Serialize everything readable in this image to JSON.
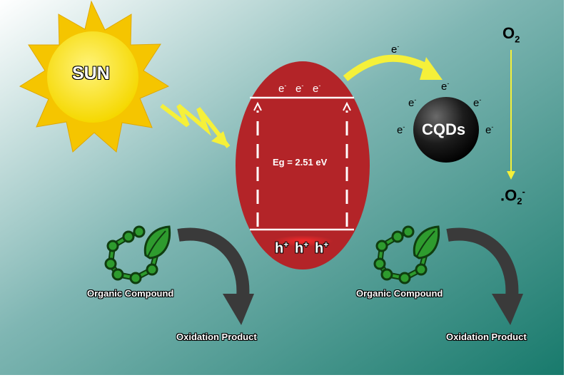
{
  "sun": {
    "label": "SUN",
    "color": "#f5d800",
    "ray_color": "#f5c500"
  },
  "band": {
    "band_gap": "Eg = 2.51 eV",
    "electron": "e",
    "charge_minus": "-",
    "hole": "h",
    "charge_plus": "+",
    "color": "#b32428"
  },
  "cqd": {
    "label": "CQDs",
    "electron": "e",
    "charge_minus": "-"
  },
  "oxygen": {
    "o2": "O",
    "subscript": "2",
    "radical_prefix": ".O",
    "radical_charge": "-"
  },
  "left_reaction": {
    "reactant": "Organic Compound",
    "product": "Oxidation Product"
  },
  "right_reaction": {
    "reactant": "Organic Compound",
    "product": "Oxidation Product"
  },
  "colors": {
    "background_light": "#ffffff",
    "background_dark": "#1a7a6d",
    "arrow_yellow": "#f5f03a",
    "leaf_green": "#2e9b2e",
    "curved_arrow": "#3a3a3a"
  }
}
